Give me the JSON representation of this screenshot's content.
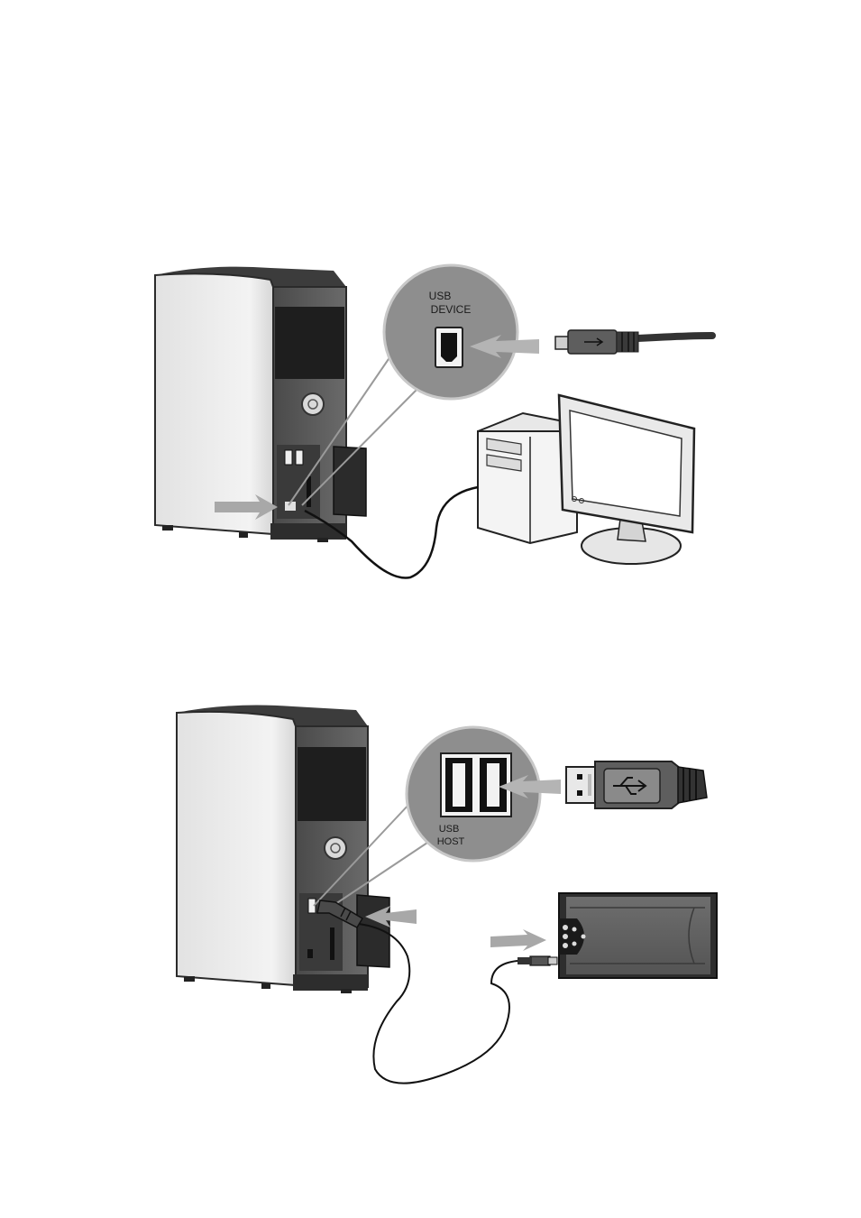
{
  "diagram1": {
    "callout_line1": "USB",
    "callout_line2": "DEVICE"
  },
  "diagram2": {
    "callout_line1": "USB",
    "callout_line2": "HOST"
  },
  "colors": {
    "case_light": "#ebebeb",
    "case_dark": "#555555",
    "callout_fill": "#8e8e8e",
    "arrow": "#a8a8a8",
    "cable": "#111111"
  }
}
